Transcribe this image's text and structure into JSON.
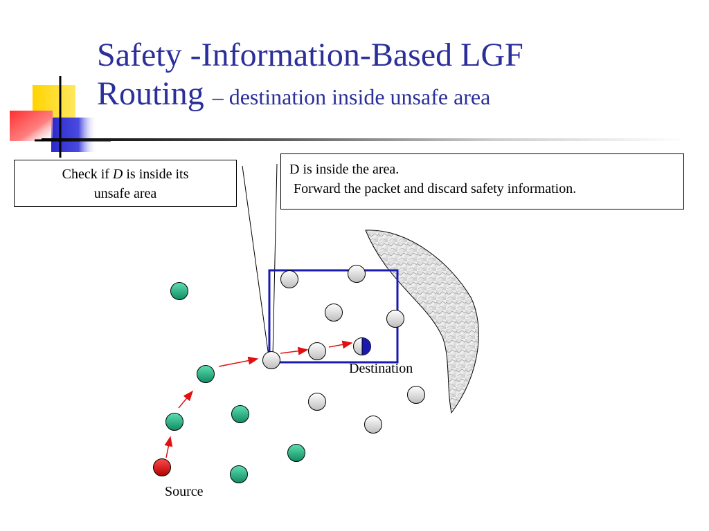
{
  "title": {
    "line1": "Safety -Information-Based LGF",
    "line2": "Routing",
    "subtitle": "– destination inside unsafe area"
  },
  "callout_left": {
    "prefix": "Check if ",
    "var": "D",
    "suffix": " is inside its",
    "line2": "unsafe area"
  },
  "callout_right": {
    "line1": "D is inside the area.",
    "line2": "Forward the packet and discard safety information."
  },
  "labels": {
    "destination": "Destination",
    "source": "Source"
  },
  "colors": {
    "title": "#2b2f9a",
    "search_box": "#1a1ab0",
    "arrow": "#e01010",
    "safe_node": "#1aa27a",
    "source_node": "#d01010",
    "unsafe_node": "#d8d8d8",
    "destination_fill": "#1a1ab0"
  },
  "node_legend": {
    "safe_nodes": "green",
    "unsafe_nodes": "gray",
    "source": "red",
    "destination": "half blue"
  }
}
